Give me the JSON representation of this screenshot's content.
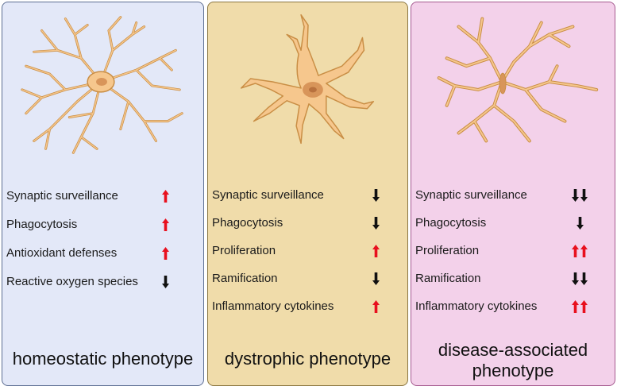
{
  "panels": [
    {
      "title": "homeostatic phenotype",
      "colors": {
        "background": "#e3e8f8",
        "border": "#5e6f93"
      },
      "rows": [
        {
          "label": "Synaptic surveillance",
          "arrow": "up",
          "count": 1
        },
        {
          "label": "Phagocytosis",
          "arrow": "up",
          "count": 1
        },
        {
          "label": "Antioxidant defenses",
          "arrow": "up",
          "count": 1
        },
        {
          "label": "Reactive oxygen species",
          "arrow": "down",
          "count": 1
        }
      ]
    },
    {
      "title": "dystrophic phenotype",
      "colors": {
        "background": "#f0dcaa",
        "border": "#8a7640"
      },
      "rows": [
        {
          "label": "Synaptic surveillance",
          "arrow": "down",
          "count": 1
        },
        {
          "label": "Phagocytosis",
          "arrow": "down",
          "count": 1
        },
        {
          "label": "Proliferation",
          "arrow": "up",
          "count": 1
        },
        {
          "label": "Ramification",
          "arrow": "down",
          "count": 1
        },
        {
          "label": "Inflammatory cytokines",
          "arrow": "up",
          "count": 1
        }
      ]
    },
    {
      "title": "disease-associated phenotype",
      "colors": {
        "background": "#f3d1ea",
        "border": "#a55a8f"
      },
      "rows": [
        {
          "label": "Synaptic surveillance",
          "arrow": "down",
          "count": 2
        },
        {
          "label": "Phagocytosis",
          "arrow": "down",
          "count": 1
        },
        {
          "label": "Proliferation",
          "arrow": "up",
          "count": 2
        },
        {
          "label": "Ramification",
          "arrow": "down",
          "count": 2
        },
        {
          "label": "Inflammatory cytokines",
          "arrow": "up",
          "count": 2
        }
      ]
    }
  ],
  "colors": {
    "up_arrow": "#e8101e",
    "down_arrow": "#111111",
    "cell_fill": "#f6c78d",
    "cell_stroke": "#c98e45",
    "nucleus": "#d8955a"
  }
}
